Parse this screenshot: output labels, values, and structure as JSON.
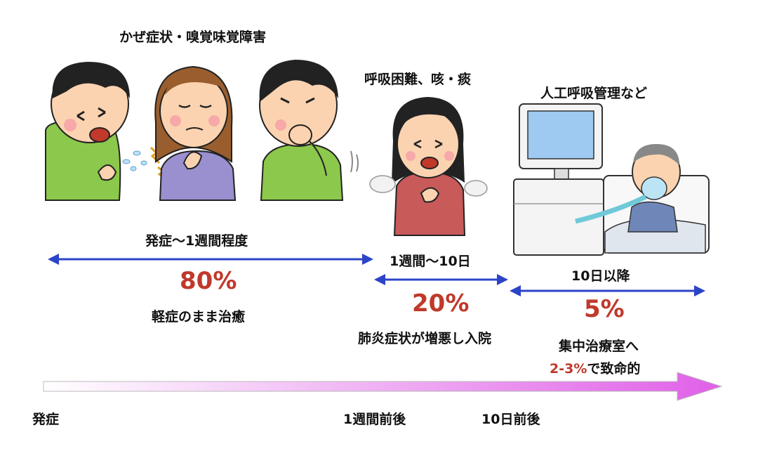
{
  "stage1": {
    "heading": "かぜ症状・嗅覚味覚障害",
    "range": "発症〜1週間程度",
    "percent": "80%",
    "outcome": "軽症のまま治癒"
  },
  "stage2": {
    "heading": "呼吸困難、咳・痰",
    "range": "1週間〜10日",
    "percent": "20%",
    "outcome": "肺炎症状が増悪し入院"
  },
  "stage3": {
    "heading": "人工呼吸管理など",
    "range": "10日以降",
    "percent": "5%",
    "outcome": "集中治療室へ",
    "fatality_rate": "2-3%",
    "fatality_suffix": "で致命的"
  },
  "timeline": {
    "start": "発症",
    "week1": "1週間前後",
    "day10": "10日前後"
  },
  "colors": {
    "arrow_blue": "#2c44c8",
    "percent_red": "#c0392b",
    "timeline_gradient": [
      "#ffffff",
      "#e060e8"
    ]
  }
}
